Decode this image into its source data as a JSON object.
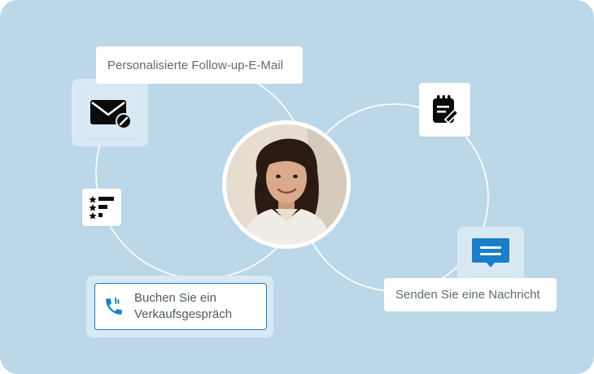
{
  "colors": {
    "background": "#bcd8e8",
    "accent": "#1a7ec8",
    "halo": "#d9e9f3",
    "ring": "#ffffff"
  },
  "labels": {
    "follow_up_email": "Personalisierte Follow-up-E-Mail",
    "send_message": "Senden Sie eine Nachricht",
    "book_call_line1": "Buchen Sie ein",
    "book_call_line2": "Verkaufsgespräch"
  },
  "icons": {
    "email": "mail-edit-icon",
    "notes": "notepad-edit-icon",
    "rating": "star-list-icon",
    "message": "chat-bubble-icon",
    "phone": "phone-icon",
    "avatar": "person-avatar"
  }
}
